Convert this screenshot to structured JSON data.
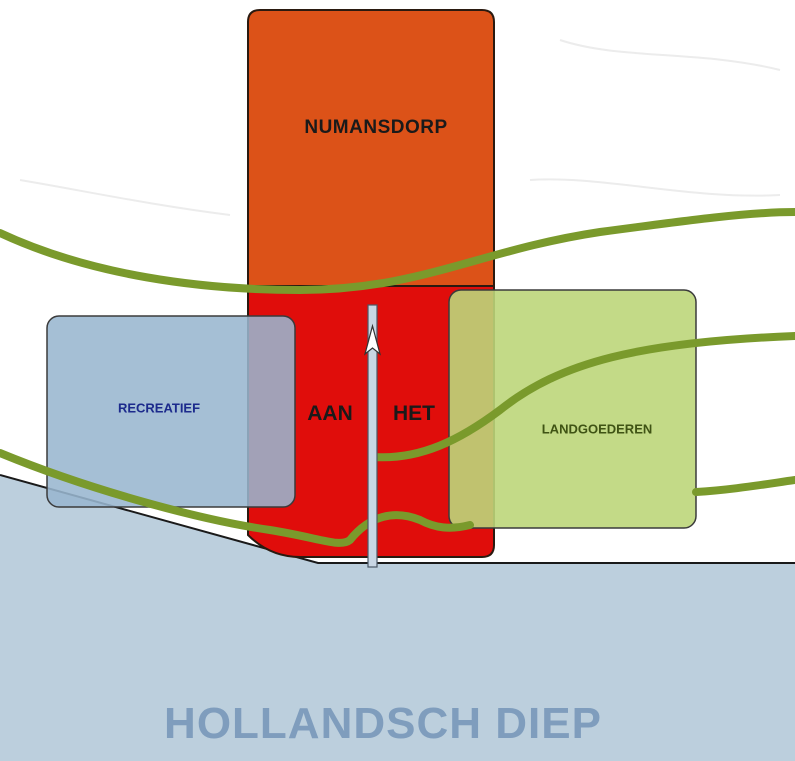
{
  "labels": {
    "numansdorp": "NUMANSDORP",
    "aan": "AAN",
    "het": "HET",
    "recreatief": "RECREATIEF",
    "landgoederen": "LANDGOEDEREN",
    "water": "HOLLANDSCH DIEP"
  },
  "colors": {
    "background": "#ffffff",
    "water": "#bccfdd",
    "village_orange": "#dc5218",
    "village_red": "#e00d0b",
    "recreation_blue": "#99b6cf",
    "estates_green": "#bcd67a",
    "green_ribbon": "#7a9a2c",
    "spine": "#c8d6e4"
  },
  "icons": {
    "spine_arrow": "arrow-up-icon"
  }
}
